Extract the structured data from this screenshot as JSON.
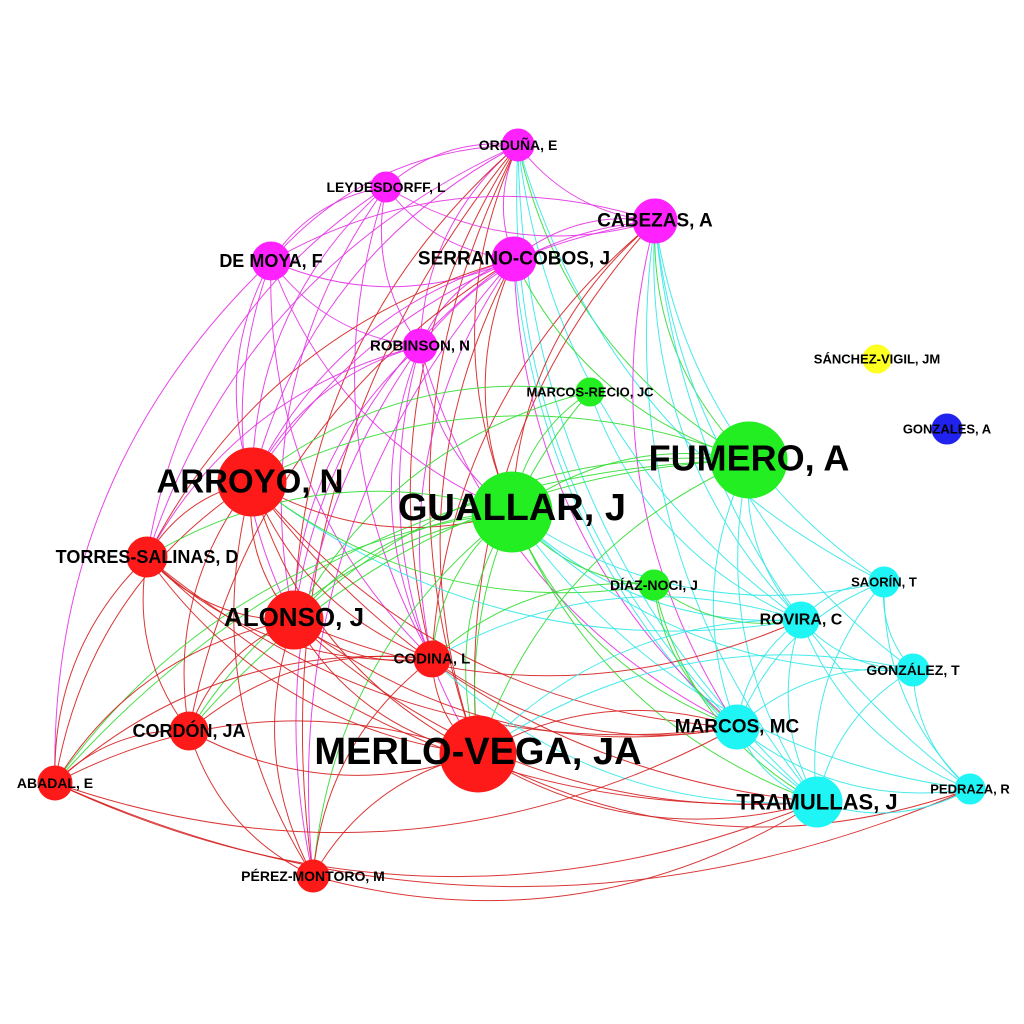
{
  "colors": {
    "red": "#ff1a1a",
    "green": "#22ee22",
    "magenta": "#ff22ff",
    "cyan": "#1ff5f5",
    "yellow": "#ffff22",
    "blue": "#2222ee",
    "edge_red": "#d62020",
    "edge_green": "#33dd33",
    "edge_magenta": "#e633e6",
    "edge_cyan": "#33e8e8"
  },
  "nodes": [
    {
      "id": "orduna",
      "label": "ORDUÑA, E",
      "group": "magenta"
    },
    {
      "id": "leydesdorff",
      "label": "LEYDESDORFF, L",
      "group": "magenta"
    },
    {
      "id": "cabezas",
      "label": "CABEZAS, A",
      "group": "magenta"
    },
    {
      "id": "demoya",
      "label": "DE MOYA, F",
      "group": "magenta"
    },
    {
      "id": "serrano",
      "label": "SERRANO-COBOS, J",
      "group": "magenta"
    },
    {
      "id": "robinson",
      "label": "ROBINSON, N",
      "group": "magenta"
    },
    {
      "id": "sanchezvigil",
      "label": "SÁNCHEZ-VIGIL, JM",
      "group": "yellow"
    },
    {
      "id": "marcosrecio",
      "label": "MARCOS-RECIO, JC",
      "group": "green"
    },
    {
      "id": "gonzales",
      "label": "GONZALES, A",
      "group": "blue"
    },
    {
      "id": "fumero",
      "label": "FUMERO, A",
      "group": "green"
    },
    {
      "id": "arroyo",
      "label": "ARROYO, N",
      "group": "red"
    },
    {
      "id": "guallar",
      "label": "GUALLAR, J",
      "group": "green"
    },
    {
      "id": "torres",
      "label": "TORRES-SALINAS, D",
      "group": "red"
    },
    {
      "id": "diaznoci",
      "label": "DÍAZ-NOCI, J",
      "group": "green"
    },
    {
      "id": "saorin",
      "label": "SAORÍN, T",
      "group": "cyan"
    },
    {
      "id": "alonso",
      "label": "ALONSO, J",
      "group": "red"
    },
    {
      "id": "rovira",
      "label": "ROVIRA, C",
      "group": "cyan"
    },
    {
      "id": "codina",
      "label": "CODINA, L",
      "group": "red"
    },
    {
      "id": "gonzalezt",
      "label": "GONZÁLEZ, T",
      "group": "cyan"
    },
    {
      "id": "cordon",
      "label": "CORDÓN, JA",
      "group": "red"
    },
    {
      "id": "marcosmc",
      "label": "MARCOS, MC",
      "group": "cyan"
    },
    {
      "id": "merlo",
      "label": "MERLO-VEGA, JA",
      "group": "red"
    },
    {
      "id": "abadal",
      "label": "ABADAL, E",
      "group": "red"
    },
    {
      "id": "tramullas",
      "label": "TRAMULLAS, J",
      "group": "cyan"
    },
    {
      "id": "pedraza",
      "label": "PEDRAZA, R",
      "group": "cyan"
    },
    {
      "id": "perezmontoro",
      "label": "PÉREZ-MONTORO, M",
      "group": "red"
    }
  ],
  "edges": [
    [
      "orduna",
      "leydesdorff",
      "magenta"
    ],
    [
      "orduna",
      "cabezas",
      "magenta"
    ],
    [
      "orduna",
      "demoya",
      "magenta"
    ],
    [
      "orduna",
      "serrano",
      "magenta"
    ],
    [
      "orduna",
      "robinson",
      "magenta"
    ],
    [
      "orduna",
      "arroyo",
      "magenta"
    ],
    [
      "orduna",
      "guallar",
      "red"
    ],
    [
      "orduna",
      "merlo",
      "red"
    ],
    [
      "orduna",
      "codina",
      "red"
    ],
    [
      "orduna",
      "fumero",
      "green"
    ],
    [
      "orduna",
      "marcosmc",
      "cyan"
    ],
    [
      "orduna",
      "tramullas",
      "cyan"
    ],
    [
      "orduna",
      "rovira",
      "cyan"
    ],
    [
      "orduna",
      "saorin",
      "cyan"
    ],
    [
      "orduna",
      "alonso",
      "red"
    ],
    [
      "orduna",
      "torres",
      "magenta"
    ],
    [
      "orduna",
      "perezmontoro",
      "red"
    ],
    [
      "leydesdorff",
      "demoya",
      "magenta"
    ],
    [
      "leydesdorff",
      "serrano",
      "magenta"
    ],
    [
      "leydesdorff",
      "cabezas",
      "magenta"
    ],
    [
      "leydesdorff",
      "arroyo",
      "magenta"
    ],
    [
      "leydesdorff",
      "robinson",
      "magenta"
    ],
    [
      "leydesdorff",
      "alonso",
      "magenta"
    ],
    [
      "leydesdorff",
      "codina",
      "magenta"
    ],
    [
      "leydesdorff",
      "torres",
      "magenta"
    ],
    [
      "cabezas",
      "serrano",
      "magenta"
    ],
    [
      "cabezas",
      "demoya",
      "magenta"
    ],
    [
      "cabezas",
      "fumero",
      "green"
    ],
    [
      "cabezas",
      "guallar",
      "red"
    ],
    [
      "cabezas",
      "merlo",
      "red"
    ],
    [
      "cabezas",
      "tramullas",
      "cyan"
    ],
    [
      "cabezas",
      "pedraza",
      "cyan"
    ],
    [
      "cabezas",
      "saorin",
      "cyan"
    ],
    [
      "cabezas",
      "rovira",
      "cyan"
    ],
    [
      "cabezas",
      "gonzalezt",
      "cyan"
    ],
    [
      "cabezas",
      "marcosmc",
      "magenta"
    ],
    [
      "cabezas",
      "codina",
      "red"
    ],
    [
      "cabezas",
      "arroyo",
      "magenta"
    ],
    [
      "cabezas",
      "robinson",
      "magenta"
    ],
    [
      "demoya",
      "serrano",
      "magenta"
    ],
    [
      "demoya",
      "arroyo",
      "magenta"
    ],
    [
      "demoya",
      "robinson",
      "magenta"
    ],
    [
      "demoya",
      "alonso",
      "magenta"
    ],
    [
      "demoya",
      "abadal",
      "magenta"
    ],
    [
      "demoya",
      "guallar",
      "magenta"
    ],
    [
      "demoya",
      "codina",
      "magenta"
    ],
    [
      "serrano",
      "robinson",
      "magenta"
    ],
    [
      "serrano",
      "arroyo",
      "magenta"
    ],
    [
      "serrano",
      "guallar",
      "red"
    ],
    [
      "serrano",
      "alonso",
      "magenta"
    ],
    [
      "serrano",
      "codina",
      "magenta"
    ],
    [
      "serrano",
      "merlo",
      "red"
    ],
    [
      "serrano",
      "fumero",
      "green"
    ],
    [
      "serrano",
      "tramullas",
      "cyan"
    ],
    [
      "serrano",
      "marcosmc",
      "magenta"
    ],
    [
      "serrano",
      "torres",
      "red"
    ],
    [
      "serrano",
      "perezmontoro",
      "magenta"
    ],
    [
      "serrano",
      "cordon",
      "red"
    ],
    [
      "robinson",
      "arroyo",
      "magenta"
    ],
    [
      "robinson",
      "alonso",
      "magenta"
    ],
    [
      "robinson",
      "guallar",
      "magenta"
    ],
    [
      "robinson",
      "merlo",
      "magenta"
    ],
    [
      "robinson",
      "codina",
      "magenta"
    ],
    [
      "robinson",
      "perezmontoro",
      "magenta"
    ],
    [
      "robinson",
      "torres",
      "magenta"
    ],
    [
      "robinson",
      "marcosmc",
      "magenta"
    ],
    [
      "marcosrecio",
      "guallar",
      "green"
    ],
    [
      "marcosrecio",
      "arroyo",
      "green"
    ],
    [
      "marcosrecio",
      "merlo",
      "green"
    ],
    [
      "marcosrecio",
      "alonso",
      "green"
    ],
    [
      "marcosrecio",
      "rovira",
      "cyan"
    ],
    [
      "fumero",
      "guallar",
      "green"
    ],
    [
      "fumero",
      "arroyo",
      "green"
    ],
    [
      "fumero",
      "merlo",
      "green"
    ],
    [
      "fumero",
      "marcosmc",
      "cyan"
    ],
    [
      "fumero",
      "tramullas",
      "cyan"
    ],
    [
      "fumero",
      "rovira",
      "cyan"
    ],
    [
      "fumero",
      "abadal",
      "green"
    ],
    [
      "fumero",
      "cordon",
      "green"
    ],
    [
      "fumero",
      "alonso",
      "green"
    ],
    [
      "arroyo",
      "guallar",
      "red"
    ],
    [
      "arroyo",
      "alonso",
      "red"
    ],
    [
      "arroyo",
      "merlo",
      "red"
    ],
    [
      "arroyo",
      "torres",
      "red"
    ],
    [
      "arroyo",
      "codina",
      "red"
    ],
    [
      "arroyo",
      "cordon",
      "red"
    ],
    [
      "arroyo",
      "abadal",
      "red"
    ],
    [
      "arroyo",
      "perezmontoro",
      "red"
    ],
    [
      "arroyo",
      "tramullas",
      "red"
    ],
    [
      "arroyo",
      "marcosmc",
      "red"
    ],
    [
      "arroyo",
      "rovira",
      "cyan"
    ],
    [
      "arroyo",
      "diaznoci",
      "green"
    ],
    [
      "guallar",
      "merlo",
      "green"
    ],
    [
      "guallar",
      "alonso",
      "green"
    ],
    [
      "guallar",
      "codina",
      "green"
    ],
    [
      "guallar",
      "torres",
      "green"
    ],
    [
      "guallar",
      "rovira",
      "cyan"
    ],
    [
      "guallar",
      "marcosmc",
      "green"
    ],
    [
      "guallar",
      "tramullas",
      "green"
    ],
    [
      "guallar",
      "diaznoci",
      "green"
    ],
    [
      "guallar",
      "saorin",
      "cyan"
    ],
    [
      "guallar",
      "gonzalezt",
      "cyan"
    ],
    [
      "guallar",
      "pedraza",
      "cyan"
    ],
    [
      "guallar",
      "abadal",
      "green"
    ],
    [
      "guallar",
      "cordon",
      "green"
    ],
    [
      "guallar",
      "perezmontoro",
      "green"
    ],
    [
      "torres",
      "alonso",
      "red"
    ],
    [
      "torres",
      "merlo",
      "red"
    ],
    [
      "torres",
      "codina",
      "red"
    ],
    [
      "torres",
      "cordon",
      "red"
    ],
    [
      "torres",
      "abadal",
      "red"
    ],
    [
      "torres",
      "marcosmc",
      "red"
    ],
    [
      "torres",
      "tramullas",
      "red"
    ],
    [
      "diaznoci",
      "rovira",
      "green"
    ],
    [
      "diaznoci",
      "marcosmc",
      "green"
    ],
    [
      "diaznoci",
      "codina",
      "green"
    ],
    [
      "diaznoci",
      "tramullas",
      "green"
    ],
    [
      "saorin",
      "rovira",
      "cyan"
    ],
    [
      "saorin",
      "gonzalezt",
      "cyan"
    ],
    [
      "saorin",
      "pedraza",
      "cyan"
    ],
    [
      "saorin",
      "tramullas",
      "cyan"
    ],
    [
      "saorin",
      "marcosmc",
      "cyan"
    ],
    [
      "alonso",
      "merlo",
      "red"
    ],
    [
      "alonso",
      "codina",
      "red"
    ],
    [
      "alonso",
      "cordon",
      "red"
    ],
    [
      "alonso",
      "abadal",
      "red"
    ],
    [
      "alonso",
      "marcosmc",
      "red"
    ],
    [
      "alonso",
      "tramullas",
      "red"
    ],
    [
      "alonso",
      "perezmontoro",
      "red"
    ],
    [
      "alonso",
      "rovira",
      "red"
    ],
    [
      "rovira",
      "marcosmc",
      "cyan"
    ],
    [
      "rovira",
      "tramullas",
      "cyan"
    ],
    [
      "rovira",
      "gonzalezt",
      "cyan"
    ],
    [
      "rovira",
      "pedraza",
      "cyan"
    ],
    [
      "rovira",
      "merlo",
      "cyan"
    ],
    [
      "rovira",
      "codina",
      "cyan"
    ],
    [
      "codina",
      "merlo",
      "red"
    ],
    [
      "codina",
      "marcosmc",
      "red"
    ],
    [
      "codina",
      "cordon",
      "red"
    ],
    [
      "codina",
      "abadal",
      "red"
    ],
    [
      "codina",
      "perezmontoro",
      "red"
    ],
    [
      "codina",
      "tramullas",
      "cyan"
    ],
    [
      "gonzalezt",
      "marcosmc",
      "cyan"
    ],
    [
      "gonzalezt",
      "tramullas",
      "cyan"
    ],
    [
      "gonzalezt",
      "pedraza",
      "cyan"
    ],
    [
      "gonzalezt",
      "merlo",
      "cyan"
    ],
    [
      "cordon",
      "merlo",
      "red"
    ],
    [
      "cordon",
      "abadal",
      "red"
    ],
    [
      "cordon",
      "perezmontoro",
      "red"
    ],
    [
      "marcosmc",
      "merlo",
      "red"
    ],
    [
      "marcosmc",
      "tramullas",
      "cyan"
    ],
    [
      "marcosmc",
      "pedraza",
      "cyan"
    ],
    [
      "merlo",
      "abadal",
      "red"
    ],
    [
      "merlo",
      "tramullas",
      "red"
    ],
    [
      "merlo",
      "pedraza",
      "red"
    ],
    [
      "merlo",
      "perezmontoro",
      "red"
    ],
    [
      "abadal",
      "tramullas",
      "red"
    ],
    [
      "abadal",
      "pedraza",
      "red"
    ],
    [
      "abadal",
      "marcosmc",
      "red"
    ],
    [
      "tramullas",
      "pedraza",
      "cyan"
    ],
    [
      "perezmontoro",
      "tramullas",
      "red"
    ]
  ]
}
